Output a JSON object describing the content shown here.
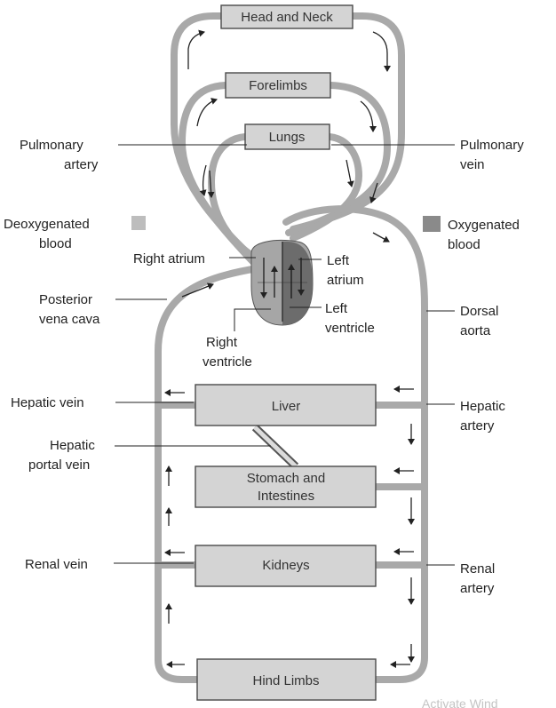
{
  "colors": {
    "deoxygenated": "#bdbdbd",
    "oxygenated": "#8a8a8a",
    "box_fill": "#d4d4d4",
    "box_stroke": "#4a4a4a",
    "vessel": "#a9a9a9",
    "heart_light": "#a6a6a6",
    "heart_dark": "#6c6c6c"
  },
  "organs": {
    "head_neck": "Head and Neck",
    "forelimbs": "Forelimbs",
    "lungs": "Lungs",
    "liver": "Liver",
    "stomach_line1": "Stomach and",
    "stomach_line2": "Intestines",
    "kidneys": "Kidneys",
    "hind_limbs": "Hind Limbs"
  },
  "legend": {
    "deoxy_line1": "Deoxygenated",
    "deoxy_line2": "blood",
    "oxy_line1": "Oxygenated",
    "oxy_line2": "blood"
  },
  "labels": {
    "pulmonary_artery_1": "Pulmonary",
    "pulmonary_artery_2": "artery",
    "pulmonary_vein_1": "Pulmonary",
    "pulmonary_vein_2": "vein",
    "right_atrium": "Right atrium",
    "left_atrium_1": "Left",
    "left_atrium_2": "atrium",
    "posterior_vena_cava_1": "Posterior",
    "posterior_vena_cava_2": "vena cava",
    "left_ventricle_1": "Left",
    "left_ventricle_2": "ventricle",
    "dorsal_aorta_1": "Dorsal",
    "dorsal_aorta_2": "aorta",
    "right_ventricle_1": "Right",
    "right_ventricle_2": "ventricle",
    "hepatic_vein": "Hepatic vein",
    "hepatic_artery_1": "Hepatic",
    "hepatic_artery_2": "artery",
    "hepatic_portal_1": "Hepatic",
    "hepatic_portal_2": "portal vein",
    "renal_vein": "Renal vein",
    "renal_artery_1": "Renal",
    "renal_artery_2": "artery"
  },
  "watermark": "Activate Wind"
}
